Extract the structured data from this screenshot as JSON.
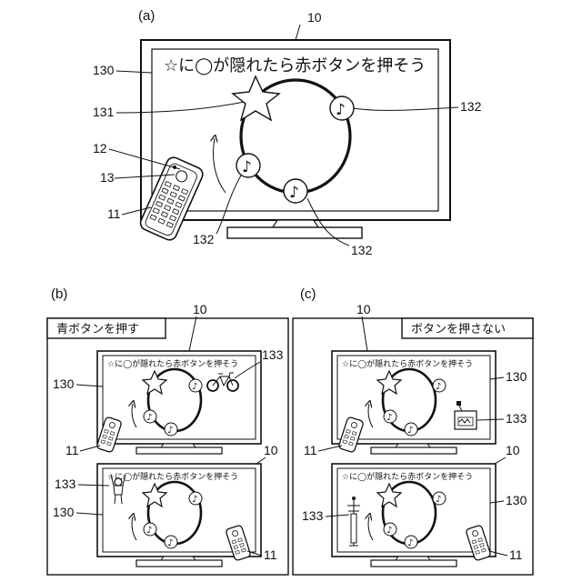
{
  "panels": {
    "a": {
      "label": "(a)"
    },
    "b": {
      "label": "(b)",
      "header": "青ボタンを押す"
    },
    "c": {
      "label": "(c)",
      "header": "ボタンを押さない"
    }
  },
  "screen_instruction": "☆に◯が隠れたら赤ボタンを押そう",
  "reference_numerals": {
    "tv": "10",
    "screen": "130",
    "star_marker": "131",
    "note_marker": "132",
    "hidden_object": "133",
    "remote": "11",
    "remote_part_12": "12",
    "remote_part_13": "13"
  },
  "icons": {
    "star": "star-icon",
    "note": "music-note-icon",
    "remote": "remote-control-icon",
    "bicycle": "bicycle-icon",
    "person": "person-arms-up-icon",
    "radio": "radio-icon",
    "tower": "tower-icon",
    "arrow": "curved-arrow-icon"
  },
  "note_glyph": "♪"
}
